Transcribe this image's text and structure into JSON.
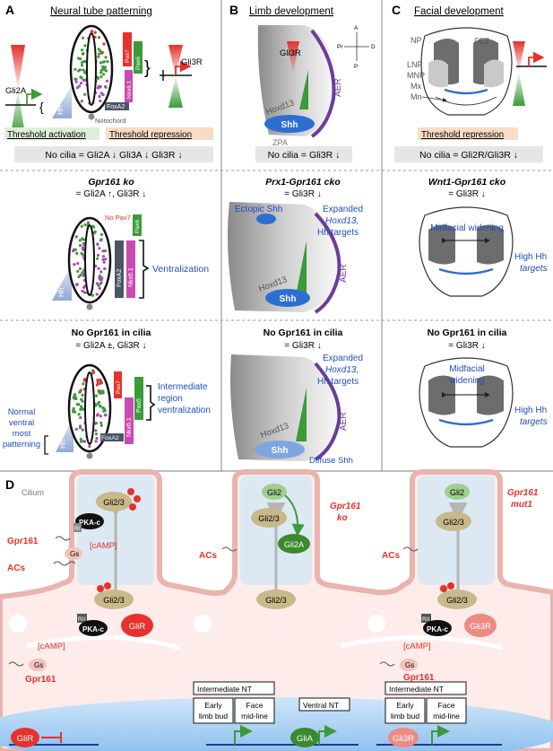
{
  "panels": {
    "A": {
      "letter": "A",
      "title": "Neural tube patterning",
      "top": {
        "gli2a": "Gli2A",
        "gli3r": "Gli3R",
        "hh": "Hh",
        "pax7": "Pax7",
        "pax6": "Pax6",
        "nkx61": "Nkx6.1",
        "foxa2": "FoxA2",
        "notochord": "Notochord",
        "threshold_activation": "Threshold activation",
        "threshold_repression": "Threshold repression",
        "summary": "No cilia = Gli2A ↓ Gli3A ↓ Gli3R ↓"
      },
      "middle": {
        "heading": "Gpr161 ko",
        "line": "= Gli2A ↑, Gli3R ↓",
        "no_pax7": "No Pax7",
        "pax6": "Pax6",
        "foxa2": "FoxA2",
        "nkx61": "Nkx6.1",
        "hh": "Hh",
        "ventralization": "Ventralization"
      },
      "bottom": {
        "heading": "No Gpr161 in cilia",
        "line": "= Gli2A ±, Gli3R ↓",
        "pax7": "Pax7",
        "pax6": "Pax6",
        "nkx61": "Nkx6.1",
        "foxa2": "FoxA2",
        "hh": "Hh",
        "normal_1": "Normal",
        "normal_2": "ventral",
        "normal_3": "most",
        "normal_4": "patterning",
        "inter_1": "Intermediate",
        "inter_2": "region",
        "inter_3": "ventralization"
      }
    },
    "B": {
      "letter": "B",
      "title": "Limb development",
      "top": {
        "gli3r": "Gli3R",
        "hoxd13": "Hoxd13",
        "shh": "Shh",
        "aer": "AER",
        "zpa": "ZPA",
        "axis_a": "A",
        "axis_p": "P",
        "axis_pr": "Pr",
        "axis_d": "D",
        "summary": "No cilia = Gli3R ↓"
      },
      "middle": {
        "heading": "Prx1-Gpr161 cko",
        "line": "= Gli3R ↓",
        "ectopic": "Ectopic Shh",
        "exp_1": "Expanded",
        "exp_2": "Hoxd13,",
        "exp_3": "Hh targets",
        "hoxd13": "Hoxd13",
        "shh": "Shh",
        "aer": "AER"
      },
      "bottom": {
        "heading": "No Gpr161 in cilia",
        "line": "= Gli3R ↓",
        "exp_1": "Expanded",
        "exp_2": "Hoxd13,",
        "exp_3": "Hh targets",
        "hoxd13": "Hoxd13",
        "shh": "Shh",
        "aer": "AER",
        "diffuse": "Diffuse Shh"
      }
    },
    "C": {
      "letter": "C",
      "title": "Facial development",
      "top": {
        "np": "NP",
        "fez": "FEZ",
        "lnp": "LNP",
        "mnp": "MNP",
        "mx": "Mx",
        "mn": "Mn",
        "threshold_repression": "Threshold repression",
        "summary": "No cilia = Gli2R/Gli3R ↓"
      },
      "middle": {
        "heading": "Wnt1-Gpr161 cko",
        "line": "= Gli3R ↓",
        "midfacial_1": "Midfacial widening",
        "high_1": "High Hh",
        "high_2": "targets"
      },
      "bottom": {
        "heading": "No Gpr161 in cilia",
        "line": "= Gli3R ↓",
        "midfacial_1": "Midfacial",
        "midfacial_2": "widening",
        "high_1": "High Hh",
        "high_2": "targets"
      }
    },
    "D": {
      "letter": "D",
      "cilium": "Cilium",
      "left": {
        "gli23_top": "Gli2/3",
        "pkac_top": "PKA-c",
        "ri": "RI",
        "camp_top": "[cAMP]",
        "gpr161": "Gpr161",
        "gs": "Gs",
        "acs": "ACs",
        "gli23_base": "Gli2/3",
        "rii": "RII",
        "pkac_base": "PKA-c",
        "glir": "GliR",
        "camp_base": "[cAMP]",
        "gpr161_base": "Gpr161",
        "gs_base": "Gs",
        "glir_nucleus": "GliR"
      },
      "middle": {
        "gli2": "Gli2",
        "gli23_top": "Gli2/3",
        "gli2a": "Gli2A",
        "genotype_1": "Gpr161",
        "genotype_2": "ko",
        "acs": "ACs",
        "gli23_base": "Gli2/3",
        "intermediate": "Intermediate NT",
        "early_1": "Early",
        "early_2": "limb bud",
        "face_1": "Face",
        "face_2": "mid-line",
        "ventral": "Ventral NT",
        "glia": "GliA"
      },
      "right": {
        "gli2": "Gli2",
        "gli23_top": "Gli2/3",
        "genotype_1": "Gpr161",
        "genotype_2": "mut1",
        "acs": "ACs",
        "gli23_base": "Gli2/3",
        "rii": "RII",
        "pkac": "PKA-c",
        "gli3r": "Gli3R",
        "camp": "[cAMP]",
        "gpr161": "Gpr161",
        "gs": "Gs",
        "intermediate": "Intermediate NT",
        "early_1": "Early",
        "early_2": "limb bud",
        "face_1": "Face",
        "face_2": "mid-line",
        "gli3r_nucleus": "Gli3R"
      }
    }
  },
  "colors": {
    "red": "#e5322d",
    "green": "#3c9a3a",
    "purple": "#6a3d9a",
    "blue_text": "#1f4fb8",
    "shh_blue": "#2d6fd0",
    "gli_tan": "#c8b98a",
    "cilium_fill": "#dce9f3",
    "membrane_pink": "#f2c9c4",
    "nucleus_blue": "#9fcaf0",
    "pkac_black": "#111111",
    "summary_bg": "#e6e6e6",
    "activation_bg": "#dfeed8",
    "repression_bg": "#f7dcc6"
  }
}
